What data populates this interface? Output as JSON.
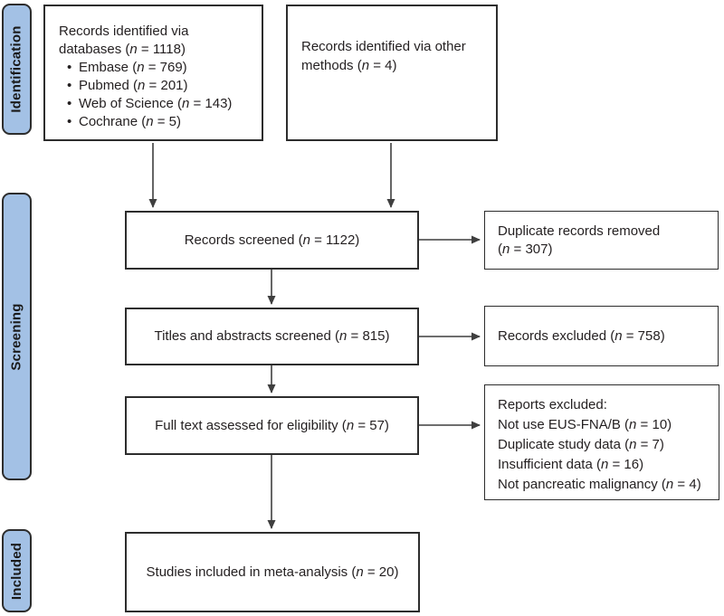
{
  "palette": {
    "stage_fill": "#a3c1e5",
    "stage_border": "#2d2d2d",
    "box_border": "#2d2d2d",
    "text": "#231f20",
    "arrow": "#3f3f3f"
  },
  "stages": [
    {
      "label": "Identification"
    },
    {
      "label": "Screening"
    },
    {
      "label": "Included"
    }
  ],
  "boxes": {
    "databases": {
      "title": {
        "pre": "Records identified via databases (",
        "n": "n",
        "post": " = 1118)"
      },
      "items": [
        {
          "bullet": "•",
          "pre": "Embase (",
          "n": "n",
          "post": " = 769)"
        },
        {
          "bullet": "•",
          "pre": "Pubmed (",
          "n": "n",
          "post": " = 201)"
        },
        {
          "bullet": "•",
          "pre": "Web of Science (",
          "n": "n",
          "post": " = 143)"
        },
        {
          "bullet": "•",
          "pre": "Cochrane (",
          "n": "n",
          "post": " = 5)"
        }
      ]
    },
    "other": {
      "pre": "Records identified via other methods (",
      "n": "n",
      "post": " = 4)"
    },
    "screened": {
      "pre": "Records screened (",
      "n": "n",
      "post": " = 1122)"
    },
    "duplicates": {
      "lines": [
        {
          "pre": "Duplicate records removed"
        },
        {
          "pre": "(",
          "n": "n",
          "post": " = 307)"
        }
      ]
    },
    "titles": {
      "pre": "Titles and abstracts screened (",
      "n": "n",
      "post": " = 815)"
    },
    "excluded": {
      "pre": "Records excluded (",
      "n": "n",
      "post": " = 758)"
    },
    "fulltext": {
      "pre": "Full text assessed for eligibility (",
      "n": "n",
      "post": " = 57)"
    },
    "reports": {
      "title": "Reports excluded:",
      "items": [
        {
          "pre": "Not use EUS-FNA/B (",
          "n": "n",
          "post": " = 10)"
        },
        {
          "pre": "Duplicate study data (",
          "n": "n",
          "post": " = 7)"
        },
        {
          "pre": "Insufficient data (",
          "n": "n",
          "post": " = 16)"
        },
        {
          "pre": "Not pancreatic malignancy (",
          "n": "n",
          "post": " = 4)"
        }
      ]
    },
    "studies": {
      "pre": "Studies included in meta-analysis (",
      "n": "n",
      "post": " = 20)"
    }
  }
}
